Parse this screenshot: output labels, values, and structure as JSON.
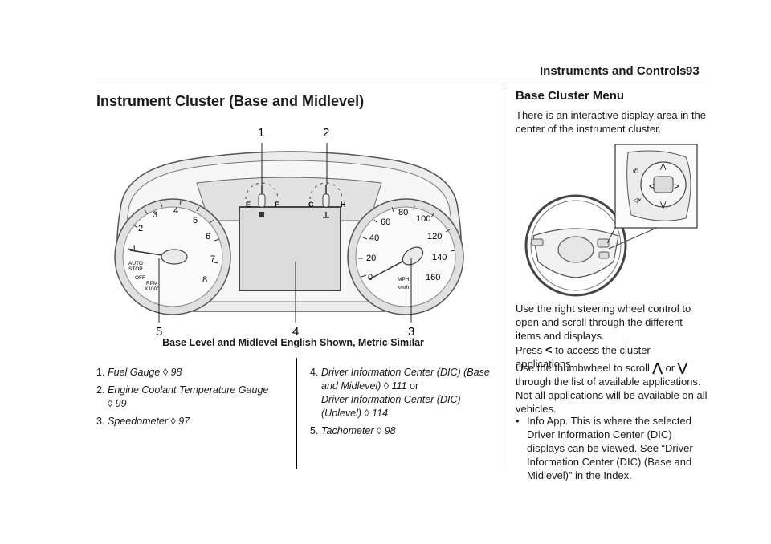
{
  "header": {
    "section": "Instruments and Controls",
    "page": "93"
  },
  "section_title": "Instrument Cluster (Base and Midlevel)",
  "figure": {
    "callouts": [
      "1",
      "2",
      "3",
      "4",
      "5"
    ],
    "tach_numbers": [
      "1",
      "2",
      "3",
      "4",
      "5",
      "6",
      "7",
      "8"
    ],
    "tach_text": {
      "auto": "AUTO",
      "stop": "STOP",
      "off": "OFF",
      "rpm": "RPM",
      "x1000": "X1000"
    },
    "speed_numbers": [
      "0",
      "20",
      "40",
      "60",
      "80",
      "100",
      "120",
      "140",
      "160"
    ],
    "speed_text": {
      "mph": "MPH",
      "kmh": "km/h"
    },
    "fuel": {
      "e": "E",
      "f": "F"
    },
    "coolant": {
      "c": "C",
      "h": "H"
    },
    "caption": "Base Level and Midlevel English Shown, Metric Similar"
  },
  "list_left": [
    {
      "num": "1.",
      "text": "Fuel Gauge",
      "ref": "98"
    },
    {
      "num": "2.",
      "text": "Engine Coolant Temperature Gauge",
      "ref": "99"
    },
    {
      "num": "3.",
      "text": "Speedometer",
      "ref": "97"
    }
  ],
  "list_right": {
    "item4": {
      "num": "4.",
      "line1": "Driver Information Center (DIC) (Base",
      "line2": "and Midlevel)",
      "ref1": "111",
      "or": "or",
      "line3": "Driver Information Center (DIC)",
      "line4": "(Uplevel)",
      "ref2": "114"
    },
    "item5": {
      "num": "5.",
      "text": "Tachometer",
      "ref": "98"
    }
  },
  "ref_symbol": "◊",
  "right": {
    "heading": "Base Cluster Menu",
    "intro": "There is an interactive display area in the center of the instrument cluster.",
    "use_text": "Use the right steering wheel control to open and scroll through the different items and displays.",
    "press_a": "Press",
    "press_sym": "<",
    "press_b": "to access the cluster applications.",
    "thumb_a": "Use the thumbwheel to scroll",
    "up_sym": "⋀",
    "or": "or",
    "down_sym": "⋁",
    "thumb_b": "through the list of available applications. Not all applications will be available on all vehicles.",
    "bullet_sym": "•",
    "bullet": "Info App. This is where the selected Driver Information Center (DIC) displays can be viewed. See “Driver Information Center (DIC) (Base and Midlevel)” in the Index."
  }
}
